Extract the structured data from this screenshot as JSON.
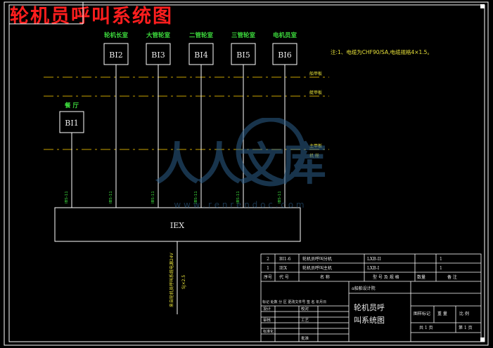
{
  "title": "轮机员呼叫系统图",
  "note": "注:1、电缆为CHF90/SA,电缆规格4×1.5。",
  "rooms": [
    {
      "label": "轮机长室",
      "box": "BI2"
    },
    {
      "label": "大管轮室",
      "box": "BI3"
    },
    {
      "label": "二管轮室",
      "box": "BI4"
    },
    {
      "label": "三管轮室",
      "box": "BI5"
    },
    {
      "label": "电机员室",
      "box": "BI6"
    }
  ],
  "mess": {
    "label": "餐 厅",
    "box": "BI1"
  },
  "decks": [
    "船甲板",
    "艇甲板",
    "主甲板",
    "机 舱"
  ],
  "cable_tags": [
    "IBS-11",
    "IBS-11",
    "IBS-11",
    "IBS-11",
    "IBS-11",
    "IBS-11"
  ],
  "main_unit": "IEX",
  "feed_text": "来自轮机员呼叫系统电源24V",
  "feed_code": "SJ×2.5",
  "watermark": {
    "text": "人人文库",
    "url": "w w w . r e n r e n d o c . c o m"
  },
  "table": {
    "rows": [
      {
        "no": "2",
        "code": "BI1-6",
        "name": "轮机员呼叫分机",
        "model": "LXB-II",
        "qty": "1",
        "remark": ""
      },
      {
        "no": "1",
        "code": "IEX",
        "name": "轮机员呼叫主机",
        "model": "LXB-I",
        "qty": "1",
        "remark": ""
      }
    ],
    "header": {
      "no": "序号",
      "code": "代 号",
      "name": "名 称",
      "model": "型 号 及 规 格",
      "qty": "数量",
      "remark": "备 注"
    },
    "material": "a船舶设计院",
    "drawing_title": "轮机员呼叫系统图",
    "stage_label": "图样标记",
    "weight_label": "重 量",
    "scale_label": "比 例",
    "sheet_total": "共 1 页",
    "sheet_no": "第 1 页",
    "sign_cols": "标记 处数 分 区 更改文件号 签 名 年月日",
    "sign_rows": [
      "设计",
      "校对",
      "审核",
      "工艺",
      "标准化",
      "批准"
    ]
  }
}
